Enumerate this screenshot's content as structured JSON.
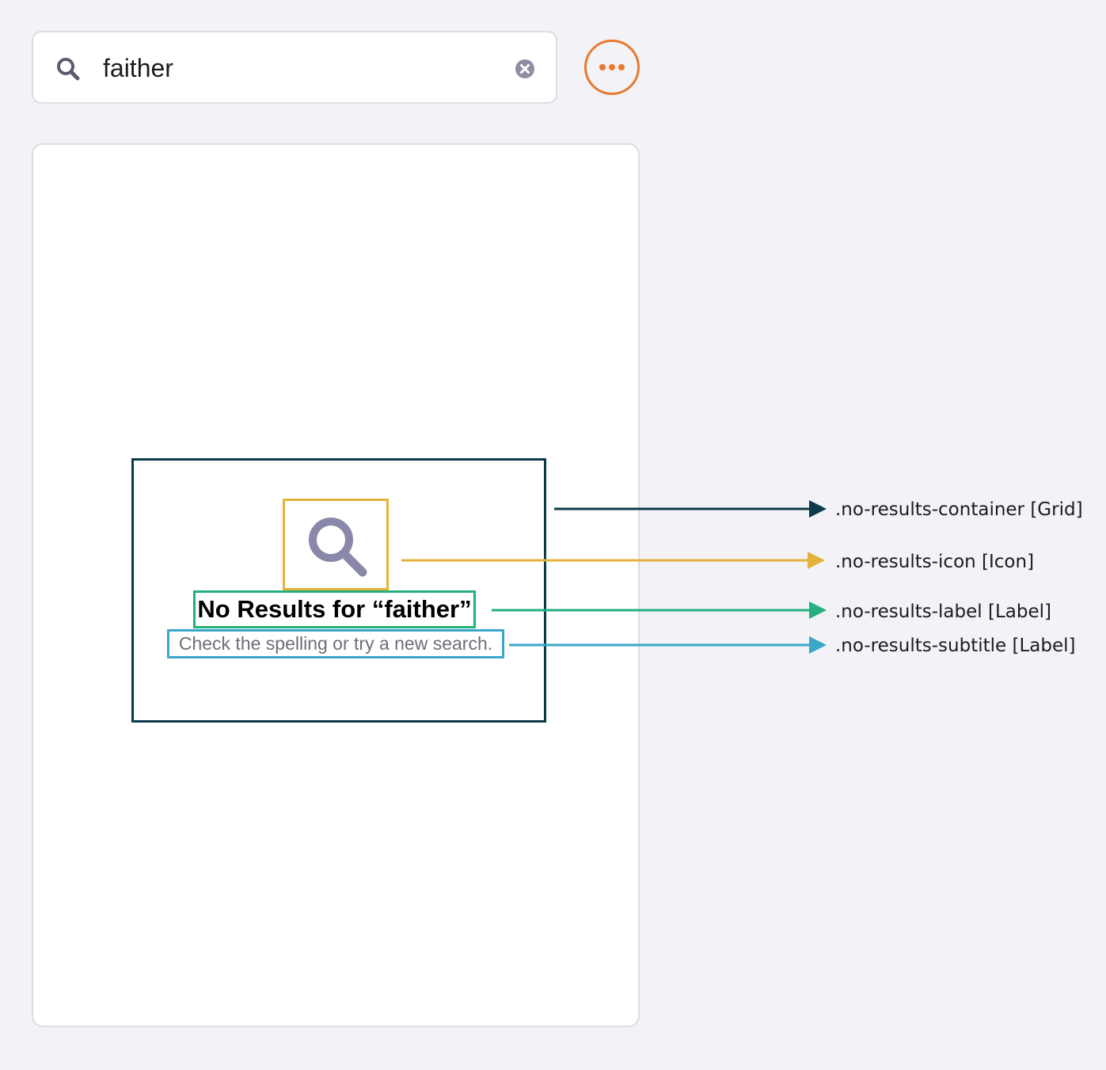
{
  "search": {
    "value": "faither",
    "icon": "search-icon",
    "clear_icon": "clear-icon"
  },
  "more_button": {
    "icon": "ellipsis-icon",
    "color": "#e8792f"
  },
  "no_results": {
    "icon": "search-icon",
    "label": "No Results for “faither”",
    "subtitle": "Check the spelling or try a new search."
  },
  "callouts": [
    {
      "text": ".no-results-container [Grid]",
      "color": "#0d3a4a"
    },
    {
      "text": ".no-results-icon [Icon]",
      "color": "#e3b33a"
    },
    {
      "text": ".no-results-label [Label]",
      "color": "#26b07f"
    },
    {
      "text": ".no-results-subtitle [Label]",
      "color": "#3aa7c9"
    }
  ]
}
